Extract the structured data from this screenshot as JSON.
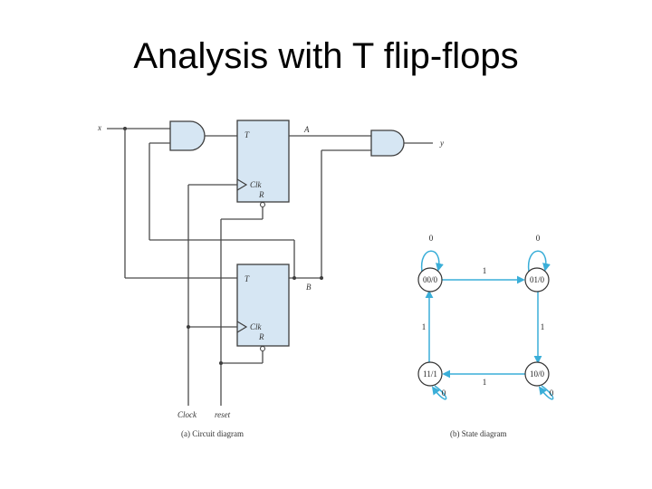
{
  "title": "Analysis with T flip-flops",
  "circuit": {
    "input_x": "x",
    "output_y": "y",
    "output_A": "A",
    "output_B": "B",
    "ff_input": "T",
    "ff_clk": "Clk",
    "ff_reset": "R",
    "clock_label": "Clock",
    "reset_label": "reset",
    "caption": "(a) Circuit diagram"
  },
  "state_diagram": {
    "caption": "(b) State diagram",
    "states": [
      "00/0",
      "01/0",
      "11/1",
      "10/0"
    ],
    "transitions": [
      {
        "from": "00/0",
        "to": "00/0",
        "label": "0"
      },
      {
        "from": "01/0",
        "to": "01/0",
        "label": "0"
      },
      {
        "from": "00/0",
        "to": "01/0",
        "label": "1"
      },
      {
        "from": "01/0",
        "to": "10/0",
        "label": "1"
      },
      {
        "from": "10/0",
        "to": "11/1",
        "label": "1"
      },
      {
        "from": "11/1",
        "to": "00/0",
        "label": "1"
      },
      {
        "from": "11/1",
        "to": "11/1",
        "label": "0"
      },
      {
        "from": "10/0",
        "to": "10/0",
        "label": "0"
      }
    ]
  }
}
